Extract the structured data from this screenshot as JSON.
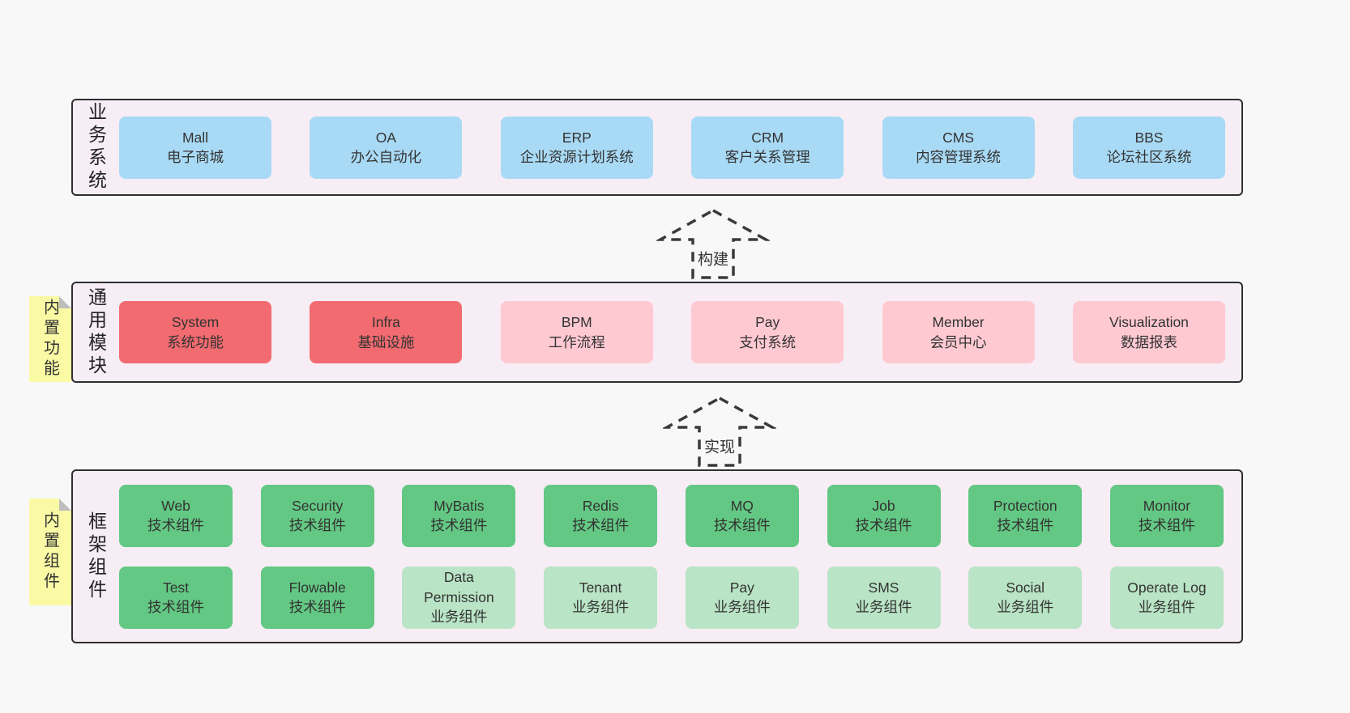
{
  "diagram": {
    "arrows": {
      "build": "构建",
      "implement": "实现"
    },
    "layers": {
      "business": {
        "label": "业务系统",
        "boxes": [
          {
            "name": "Mall",
            "subtitle": "电子商城",
            "variant": "blue"
          },
          {
            "name": "OA",
            "subtitle": "办公自动化",
            "variant": "blue"
          },
          {
            "name": "ERP",
            "subtitle": "企业资源计划系统",
            "variant": "blue"
          },
          {
            "name": "CRM",
            "subtitle": "客户关系管理",
            "variant": "blue"
          },
          {
            "name": "CMS",
            "subtitle": "内容管理系统",
            "variant": "blue"
          },
          {
            "name": "BBS",
            "subtitle": "论坛社区系统",
            "variant": "blue"
          }
        ]
      },
      "modules": {
        "label": "通用模块",
        "sticky": "内置功能",
        "boxes": [
          {
            "name": "System",
            "subtitle": "系统功能",
            "variant": "red"
          },
          {
            "name": "Infra",
            "subtitle": "基础设施",
            "variant": "red"
          },
          {
            "name": "BPM",
            "subtitle": "工作流程",
            "variant": "pink"
          },
          {
            "name": "Pay",
            "subtitle": "支付系统",
            "variant": "pink"
          },
          {
            "name": "Member",
            "subtitle": "会员中心",
            "variant": "pink"
          },
          {
            "name": "Visualization",
            "subtitle": "数据报表",
            "variant": "pink"
          }
        ]
      },
      "components": {
        "label": "框架组件",
        "sticky": "内置组件",
        "row1": [
          {
            "name": "Web",
            "subtitle": "技术组件",
            "variant": "green"
          },
          {
            "name": "Security",
            "subtitle": "技术组件",
            "variant": "green"
          },
          {
            "name": "MyBatis",
            "subtitle": "技术组件",
            "variant": "green"
          },
          {
            "name": "Redis",
            "subtitle": "技术组件",
            "variant": "green"
          },
          {
            "name": "MQ",
            "subtitle": "技术组件",
            "variant": "green"
          },
          {
            "name": "Job",
            "subtitle": "技术组件",
            "variant": "green"
          },
          {
            "name": "Protection",
            "subtitle": "技术组件",
            "variant": "green"
          },
          {
            "name": "Monitor",
            "subtitle": "技术组件",
            "variant": "green"
          }
        ],
        "row2": [
          {
            "name": "Test",
            "subtitle": "技术组件",
            "variant": "green"
          },
          {
            "name": "Flowable",
            "subtitle": "技术组件",
            "variant": "green"
          },
          {
            "name": "Data Permission",
            "subtitle": "业务组件",
            "variant": "green-light"
          },
          {
            "name": "Tenant",
            "subtitle": "业务组件",
            "variant": "green-light"
          },
          {
            "name": "Pay",
            "subtitle": "业务组件",
            "variant": "green-light"
          },
          {
            "name": "SMS",
            "subtitle": "业务组件",
            "variant": "green-light"
          },
          {
            "name": "Social",
            "subtitle": "业务组件",
            "variant": "green-light"
          },
          {
            "name": "Operate Log",
            "subtitle": "业务组件",
            "variant": "green-light"
          }
        ]
      }
    },
    "colors": {
      "page_bg": "#f8f8f8",
      "layer_bg": "#f7edf5",
      "layer_border": "#2f2f2f",
      "blue": "#a9daf5",
      "red": "#f26b70",
      "pink": "#ffc9d2",
      "green": "#63c883",
      "green_light": "#b9e4c5",
      "sticky_yellow": "#fafaa5",
      "text": "#333333"
    }
  }
}
